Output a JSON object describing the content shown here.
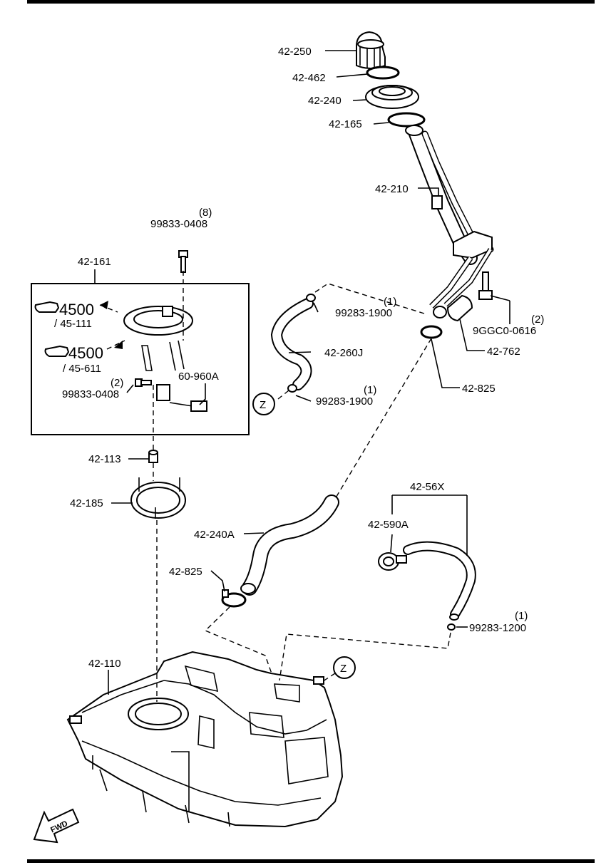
{
  "labels": {
    "p42250": "42-250",
    "p42462": "42-462",
    "p42240": "42-240",
    "p42165": "42-165",
    "p42210": "42-210",
    "q8": "(8)",
    "p99833_top": "99833-0408",
    "p42161": "42-161",
    "ref4500_a": "4500",
    "ref45111": "/ 45-111",
    "ref4500_b": "4500",
    "ref45611": "/ 45-611",
    "q2_left": "(2)",
    "p99833_left": "99833-0408",
    "p60960A": "60-960A",
    "q1_a": "(1)",
    "p99283_a": "99283-1900",
    "p42260J": "42-260J",
    "q1_b": "(1)",
    "p99283_b": "99283-1900",
    "q2_right": "(2)",
    "p9GGC0": "9GGC0-0616",
    "p42762": "42-762",
    "p42825_top": "42-825",
    "p42113": "42-113",
    "p42185": "42-185",
    "p4256X": "42-56X",
    "p42590A": "42-590A",
    "p42240A": "42-240A",
    "p42825_bot": "42-825",
    "q1_c": "(1)",
    "p99283_c": "99283-1200",
    "p42110": "42-110",
    "z_top": "Z",
    "z_bottom": "Z",
    "fwd": "FWD"
  }
}
